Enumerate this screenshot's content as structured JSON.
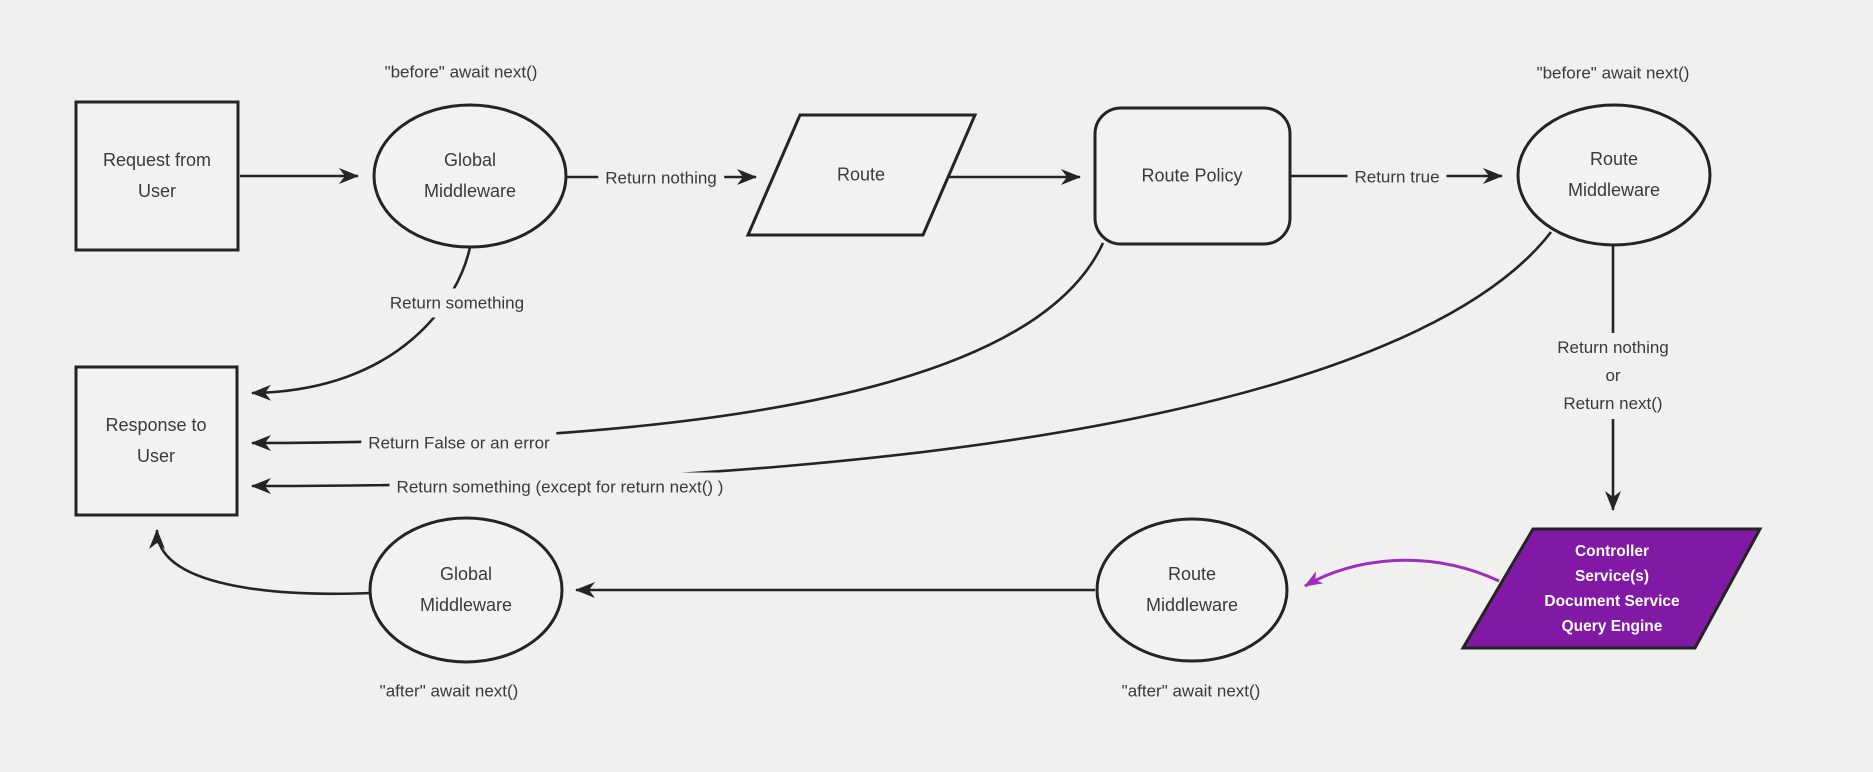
{
  "diagram": {
    "title": "request-middleware-flow",
    "colors": {
      "background": "#f0f0ee",
      "node_fill": "#f2f2f1",
      "line": "#242424",
      "text": "#3a3a3a",
      "controller_fill": "#8219a5",
      "controller_text": "#ffffff",
      "purple_edge": "#9d2fbc"
    },
    "nodes": {
      "request": {
        "label": "Request from\nUser"
      },
      "global_middleware_top": {
        "label": "Global\nMiddleware"
      },
      "route": {
        "label": "Route"
      },
      "route_policy": {
        "label": "Route Policy"
      },
      "route_middleware_top": {
        "label": "Route\nMiddleware"
      },
      "response": {
        "label": "Response to\nUser"
      },
      "global_middleware_bottom": {
        "label": "Global\nMiddleware"
      },
      "route_middleware_bottom": {
        "label": "Route\nMiddleware"
      },
      "controller": {
        "label": "Controller\nService(s)\nDocument Service\nQuery Engine"
      }
    },
    "edge_labels": {
      "before_await_left": "\"before\" await next()",
      "before_await_right": "\"before\" await next()",
      "return_nothing": "Return nothing",
      "return_true": "Return true",
      "return_something": "Return something",
      "return_false_or_error": "Return False or an error",
      "return_something_except": "Return something (except for return next() )",
      "return_nothing_or_next": "Return nothing\nor\nReturn next()",
      "after_await_left": "\"after\" await next()",
      "after_await_middle": "\"after\" await next()"
    }
  }
}
